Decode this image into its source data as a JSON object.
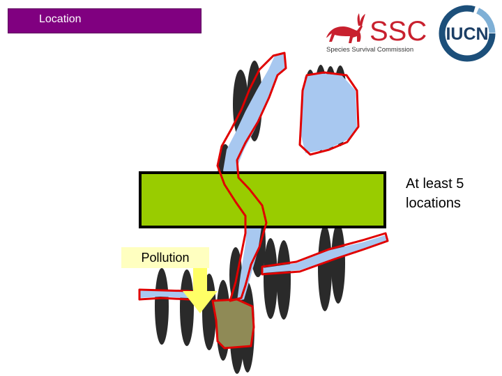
{
  "slide": {
    "title": "Location",
    "callout": "At least 5 locations",
    "pollution_label": "Pollution"
  },
  "logos": {
    "ssc_text": "SSC",
    "ssc_subtitle": "Species Survival Commission",
    "iucn_text": "IUCN"
  },
  "colors": {
    "title_bar": "#800080",
    "river": "#a8c8f0",
    "location_outline": "#e00000",
    "subpopulation": "#2a2a2a",
    "green_area": "#99cc00",
    "polluted_area": "#8f8a56",
    "pollution_box": "#ffffc0",
    "pollution_arrow": "#ffff66"
  },
  "icons": {
    "ssc_logo": "antelope-logo-icon",
    "iucn_logo": "iucn-ring-logo-icon",
    "pollution_arrow": "down-arrow-icon"
  }
}
